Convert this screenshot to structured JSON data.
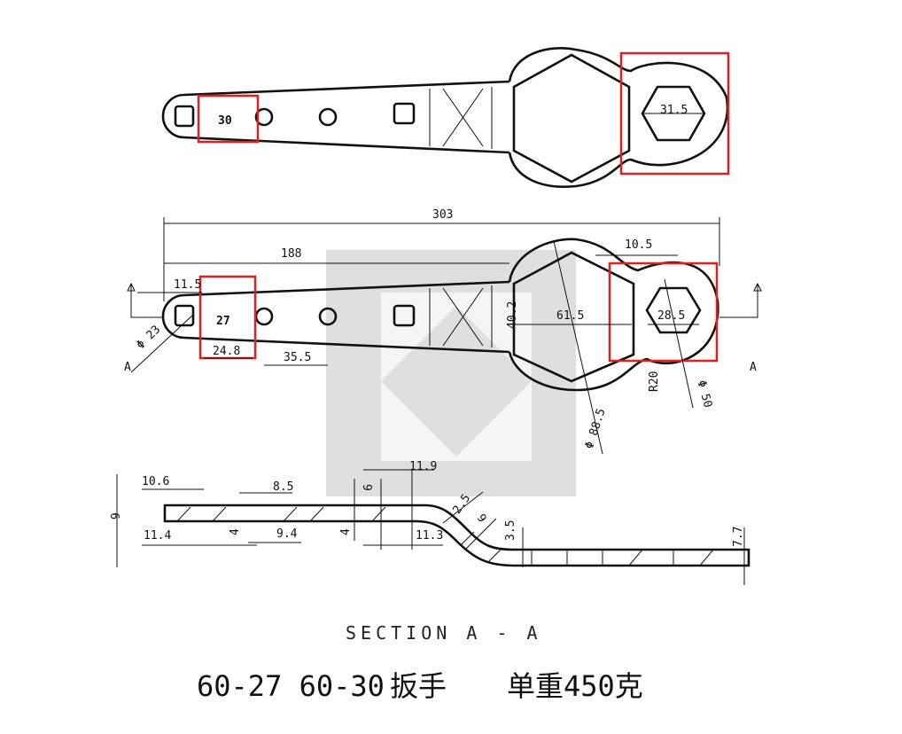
{
  "top_view": {
    "size_label_30": "30",
    "hex_label": "31.5"
  },
  "middle_view": {
    "size_label_27": "27",
    "overall_length": "303",
    "handle_length": "188",
    "end_offset": "11.5",
    "end_diameter": "Φ 23",
    "slot_width": "24.8",
    "hole_spacing": "35.5",
    "neck_width": "40.2",
    "big_hex": "61.5",
    "small_hex": "28.5",
    "gap": "10.5",
    "radius": "R20",
    "small_ring_dia": "Φ 50",
    "big_ring_dia": "Φ 88.5",
    "section_mark_left": "A",
    "section_mark_right": "A"
  },
  "section_view": {
    "dims": [
      "10.6",
      "11.4",
      "9",
      "8.5",
      "4",
      "9.4",
      "4",
      "9",
      "11.9",
      "11.3",
      "2.5",
      "9",
      "3.5",
      "7.7"
    ],
    "caption": "SECTION A - A"
  },
  "title": {
    "part_numbers": "60-27  60-30",
    "name": "扳手",
    "weight": "单重450克"
  },
  "colors": {
    "line": "#111111",
    "highlight": "#e02020",
    "watermark": "#d9d9d9"
  }
}
